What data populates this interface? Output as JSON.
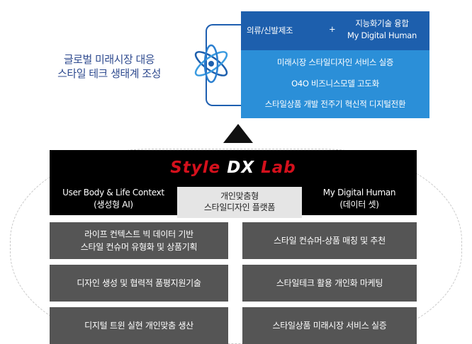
{
  "goal": {
    "line1": "글로벌 미래시장 대응",
    "line2": "스타일 테크 생태계 조성"
  },
  "top": {
    "left": "의류/신발제조",
    "plus": "+",
    "right_line1": "지능화기술 융합",
    "right_line2": "My Digital Human"
  },
  "goals_list": [
    "미래시장 스타일디자인 서비스 실증",
    "O4O 비즈니스모델 고도화",
    "스타일상품 개발 전주기 혁신적 디지털전환"
  ],
  "lab": {
    "title_part1": "Style",
    "title_part2": "DX",
    "title_part3": "Lab",
    "left_line1": "User Body & Life Context",
    "left_line2": "(생성형 AI)",
    "center_line1": "개인맞춤형",
    "center_line2": "스타일디자인 플랫폼",
    "right_line1": "My Digital Human",
    "right_line2": "(데이터 셋)"
  },
  "boxes_left": [
    {
      "line1": "라이프 컨텍스트 빅 데이터 기반",
      "line2": "스타일 컨슈머 유형화 및 상품기획"
    },
    {
      "line1": "디자인 생성 및 협력적 품평지원기술",
      "line2": ""
    },
    {
      "line1": "디지털 트윈 실현 개인맞춤 생산",
      "line2": ""
    }
  ],
  "boxes_right": [
    {
      "line1": "스타일 컨슈머-상품 매칭 및 추천"
    },
    {
      "line1": "스타일테크 활용 개인화 마케팅"
    },
    {
      "line1": "스타일상품 미래시장 서비스 실증"
    }
  ],
  "colors": {
    "navy": "#1d5fad",
    "sky": "#2b8fd8",
    "red": "#d4101c",
    "gray_box": "#555555"
  },
  "icons": [
    "atom-icon"
  ]
}
